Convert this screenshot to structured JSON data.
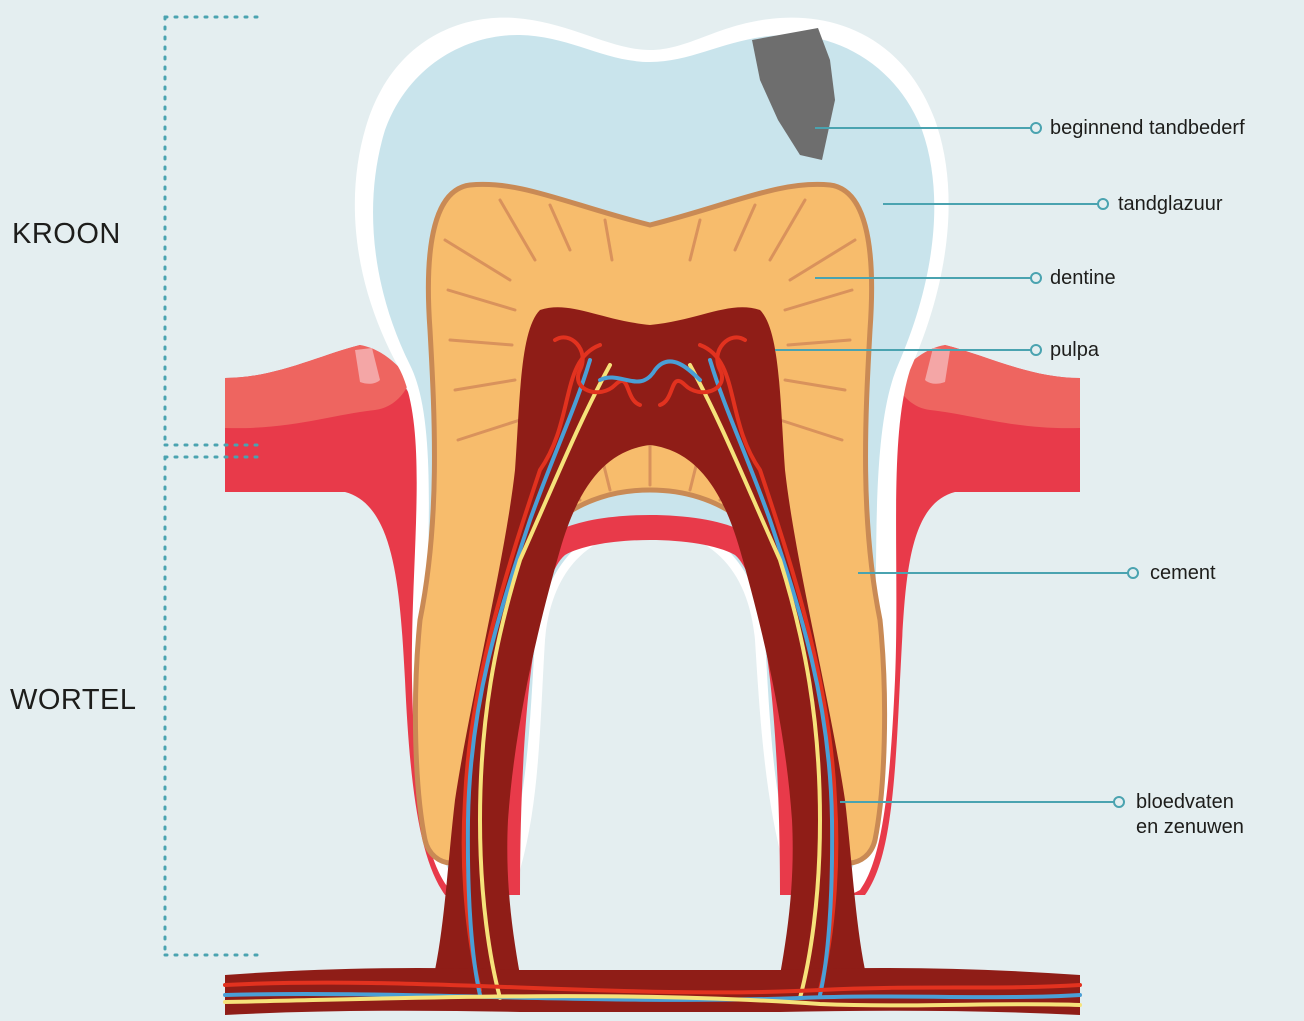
{
  "sections": {
    "crown": "KROON",
    "root": "WORTEL"
  },
  "labels": {
    "caries": "beginnend tandbederf",
    "enamel": "tandglazuur",
    "dentine": "dentine",
    "pulp": "pulpa",
    "cementum": "cement",
    "vessels_line1": "bloedvaten",
    "vessels_line2": "en zenuwen"
  },
  "colors": {
    "background": "#e4eef0",
    "enamel": "#c9e4ec",
    "dentine": "#f7bc6c",
    "dentine_outline": "#c98a55",
    "pulp": "#8f1d17",
    "gum": "#e83a4a",
    "gum_light": "#ee6560",
    "caries": "#6e6e6e",
    "leader": "#4aa3b0",
    "artery": "#e2321f",
    "vein": "#4a9fd6",
    "nerve": "#f6e27a"
  }
}
